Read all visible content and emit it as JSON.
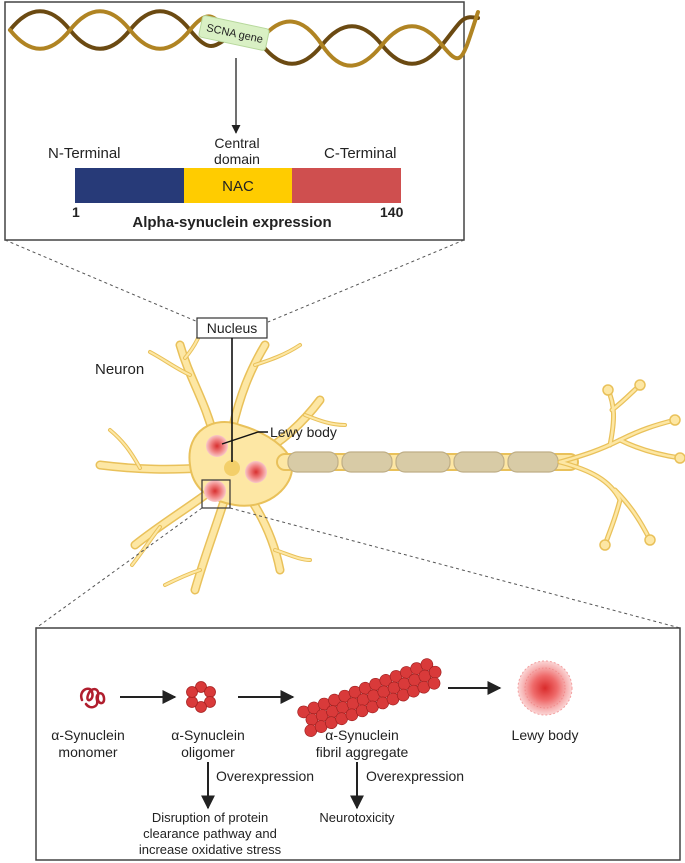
{
  "gene": {
    "label": "SCNA gene"
  },
  "protein": {
    "n_terminal": "N-Terminal",
    "central_line1": "Central",
    "central_line2": "domain",
    "c_terminal": "C-Terminal",
    "nac": "NAC",
    "start": "1",
    "end": "140",
    "title": "Alpha-synuclein expression",
    "colors": {
      "n": "#273a78",
      "nac": "#ffcc00",
      "c": "#cf4f4f"
    }
  },
  "neuron": {
    "nucleus_label": "Nucleus",
    "neuron_label": "Neuron",
    "lewy_label": "Lewy body",
    "colors": {
      "body": "#fde7a4",
      "outline": "#e9c15a",
      "myelin": "#d8cba6"
    }
  },
  "pathway": {
    "monomer_l1": "α-Synuclein",
    "monomer_l2": "monomer",
    "oligomer_l1": "α-Synuclein",
    "oligomer_l2": "oligomer",
    "fibril_l1": "α-Synuclein",
    "fibril_l2": "fibril aggregate",
    "lewy": "Lewy body",
    "overexp1": "Overexpression",
    "overexp2": "Overexpression",
    "outcome1_l1": "Disruption of protein",
    "outcome1_l2": "clearance pathway and",
    "outcome1_l3": "increase oxidative stress",
    "outcome2": "Neurotoxicity",
    "colors": {
      "red": "#d93a3a"
    }
  }
}
